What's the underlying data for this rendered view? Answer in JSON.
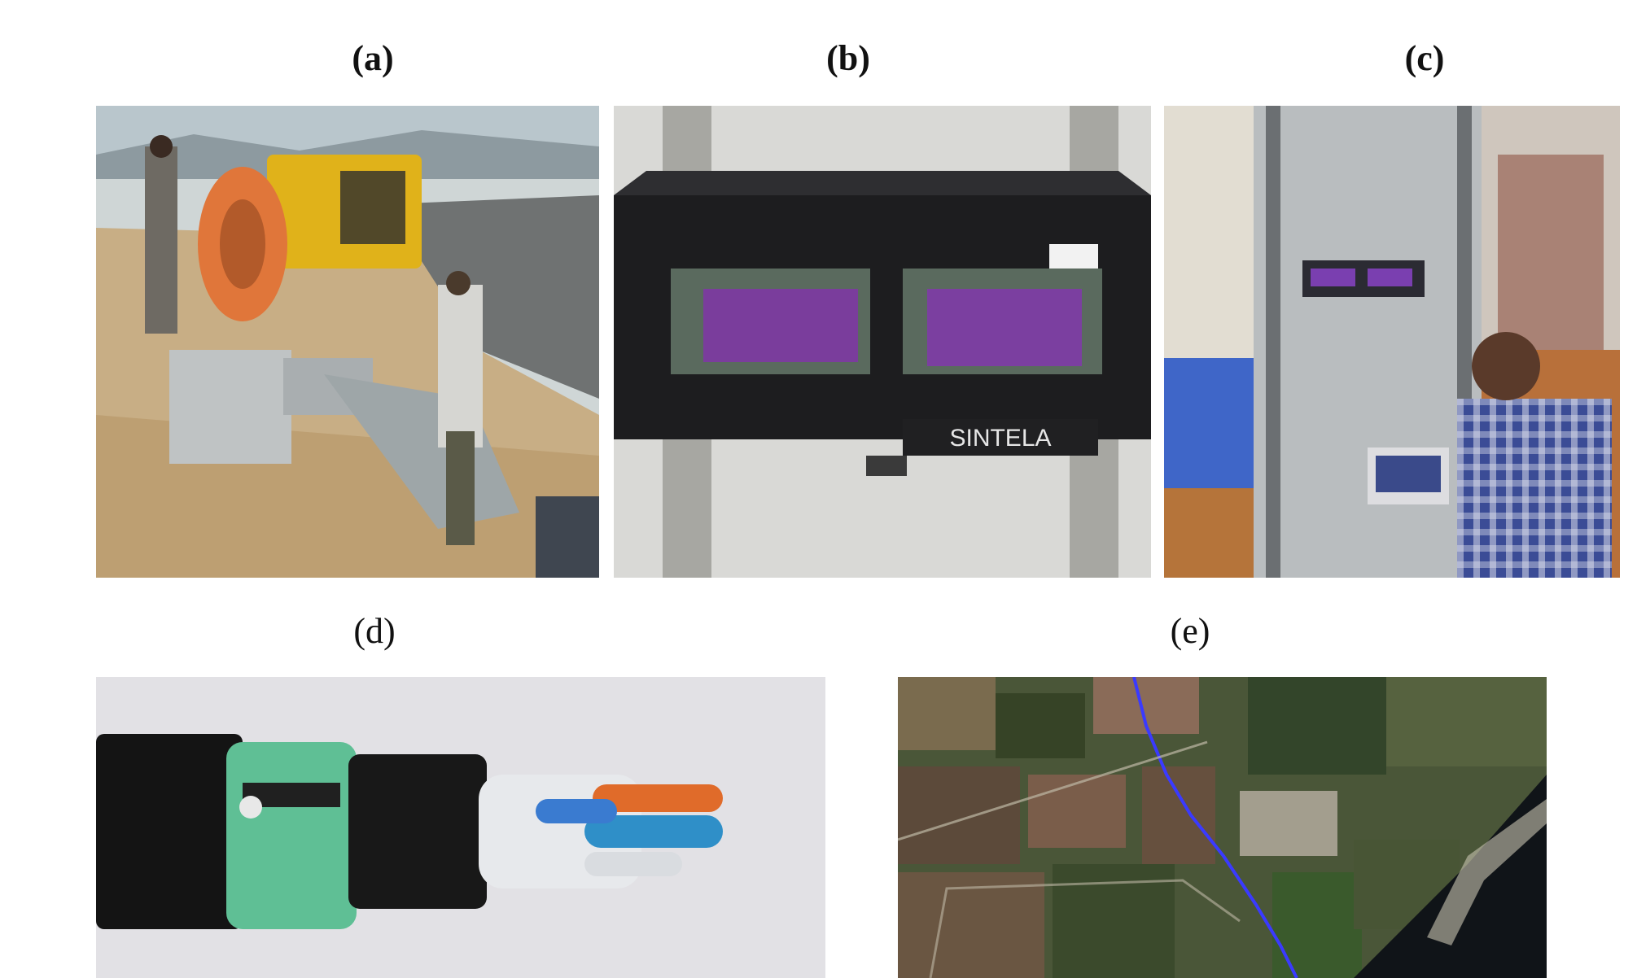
{
  "panels": [
    {
      "label": "(a)",
      "bold": true
    },
    {
      "label": "(b)",
      "bold": true
    },
    {
      "label": "(c)",
      "bold": true
    },
    {
      "label": "(d)",
      "bold": false
    },
    {
      "label": "(e)",
      "bold": false
    }
  ],
  "device_brand": "SINTELA"
}
